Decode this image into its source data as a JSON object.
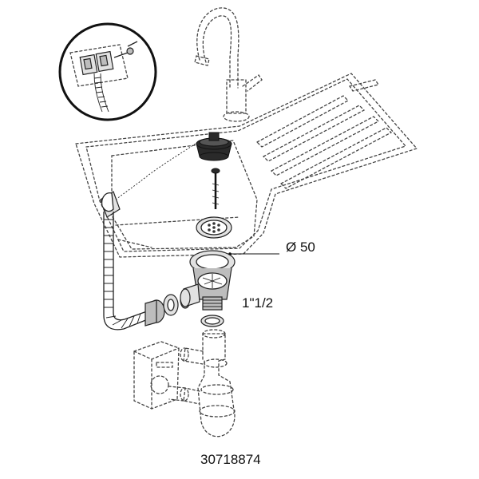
{
  "labels": {
    "diameter": "Ø 50",
    "thread": "1\"1/2",
    "part_number": "30718874"
  },
  "colors": {
    "line": "#222222",
    "part_fill": "#bdbdbd",
    "plug_fill": "#2a2a2a",
    "background": "#ffffff"
  }
}
